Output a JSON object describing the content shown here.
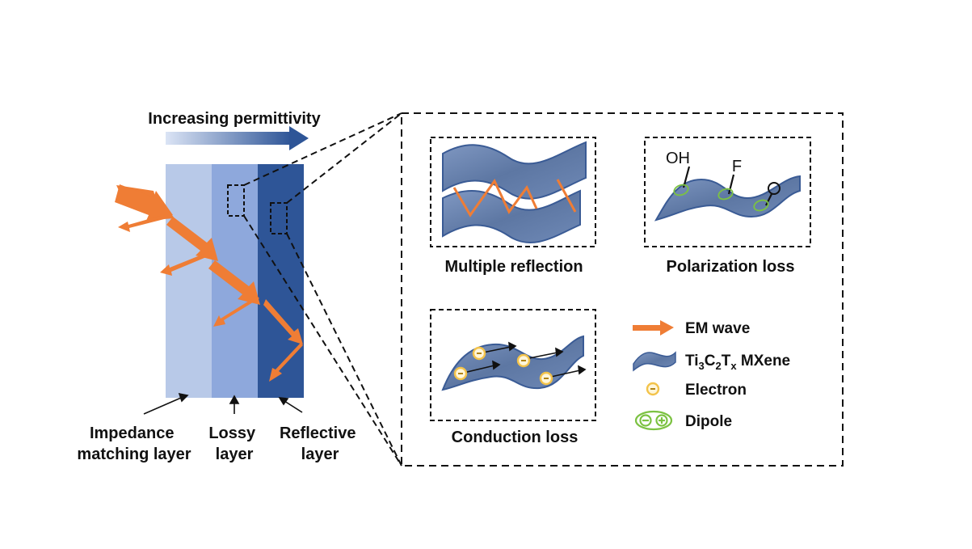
{
  "gradient_label": "Increasing permittivity",
  "layers": {
    "impedance": {
      "line1": "Impedance",
      "line2": "matching layer"
    },
    "lossy": {
      "line1": "Lossy",
      "line2": "layer"
    },
    "reflective": {
      "line1": "Reflective",
      "line2": "layer"
    }
  },
  "mechanisms": {
    "multiple_reflection": "Multiple reflection",
    "polarization": "Polarization loss",
    "conduction": "Conduction loss"
  },
  "groups": {
    "oh": "OH",
    "f": "F",
    "o": "O"
  },
  "legend": {
    "em_wave": "EM wave",
    "mxene_ti": "Ti",
    "mxene_sub1": "3",
    "mxene_c": "C",
    "mxene_sub2": "2",
    "mxene_t": "T",
    "mxene_subx": "x",
    "mxene_rest": " MXene",
    "electron": "Electron",
    "dipole": "Dipole"
  },
  "colors": {
    "layer_light": "#b8c9e8",
    "layer_mid": "#8ea8dc",
    "layer_dark": "#2e5597",
    "em_wave": "#ef7d35",
    "sheet": "#5f7aa6",
    "electron": "#f3c34a",
    "dipole": "#7cc242"
  }
}
